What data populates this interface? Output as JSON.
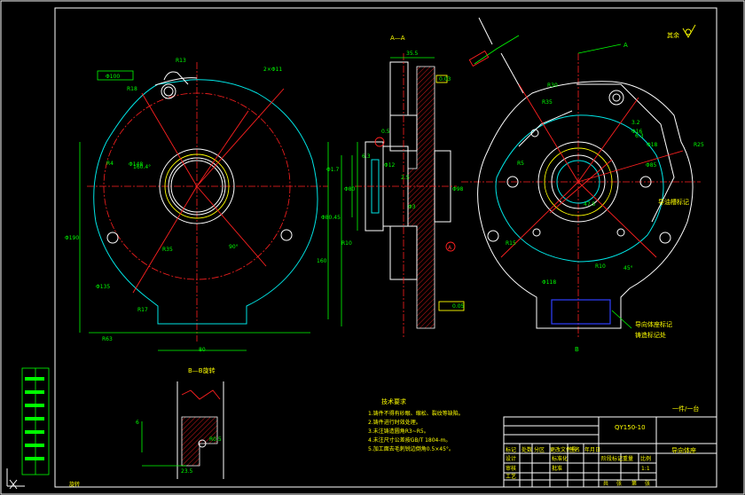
{
  "drawing": {
    "section_title": "A—A",
    "section_bb_title": "B—B旋转",
    "roughness_label": "其余",
    "page_label": "一件/一台",
    "drawing_number": "QY150-10",
    "part_name": "导向体座",
    "rotation_note": "旋转",
    "notes_title": "技术要求",
    "notes": [
      "1.铸件不得有砂眼、缩松、裂纹等缺陷。",
      "2.铸件进行时效处理。",
      "3.未注铸造圆角R3~R5。",
      "4.未注尺寸公差按GB/T 1804-m。",
      "5.加工面去毛刺锐边倒角0.5×45°。"
    ],
    "annotation_paint": "导油槽标记",
    "annotation_stamp_1": "导向体座标记",
    "annotation_stamp_2": "铸造标记处",
    "label_A": "A",
    "label_B": "B"
  },
  "dimensions": {
    "left_view": [
      "R13",
      "2×Φ11",
      "R18",
      "Φ100",
      "R4",
      "Φ148",
      "90°",
      "160.4°",
      "R35",
      "Φ135",
      "Φ1.7",
      "Φ80.45",
      "Φ190",
      "R10",
      "80",
      "R17",
      "R63",
      "160"
    ],
    "section_view": [
      "35.5",
      "0.5",
      "6.3",
      "Φ12",
      "2.5",
      "Φ3",
      "Φ80",
      "Φ98",
      "0.03",
      "A",
      "0.05"
    ],
    "right_view": [
      "R30",
      "R35",
      "Φ18",
      "R25",
      "Φ85",
      "Φ16",
      "47.5",
      "R15",
      "R10",
      "Φ118",
      "3.2",
      "6.3",
      "R5",
      "45°"
    ],
    "bb_view": [
      "6",
      "R0.5",
      "23.5"
    ]
  },
  "title_block": {
    "col_headers": [
      "标记",
      "处数",
      "分区",
      "更改文件号",
      "签名",
      "年月日"
    ],
    "rows": [
      "设计",
      "审核",
      "工艺",
      "标准化",
      "批准"
    ],
    "stage_headers": [
      "阶段标记",
      "重量",
      "比例"
    ],
    "scale": "1:1",
    "sheet_info": [
      "共",
      "张",
      "第",
      "张"
    ]
  },
  "colors": {
    "background": "#000000",
    "outline": "#ffffff",
    "centerline": "#ff2020",
    "dimension": "#00ff00",
    "text": "#ffff00",
    "hidden": "#00e5e5"
  }
}
